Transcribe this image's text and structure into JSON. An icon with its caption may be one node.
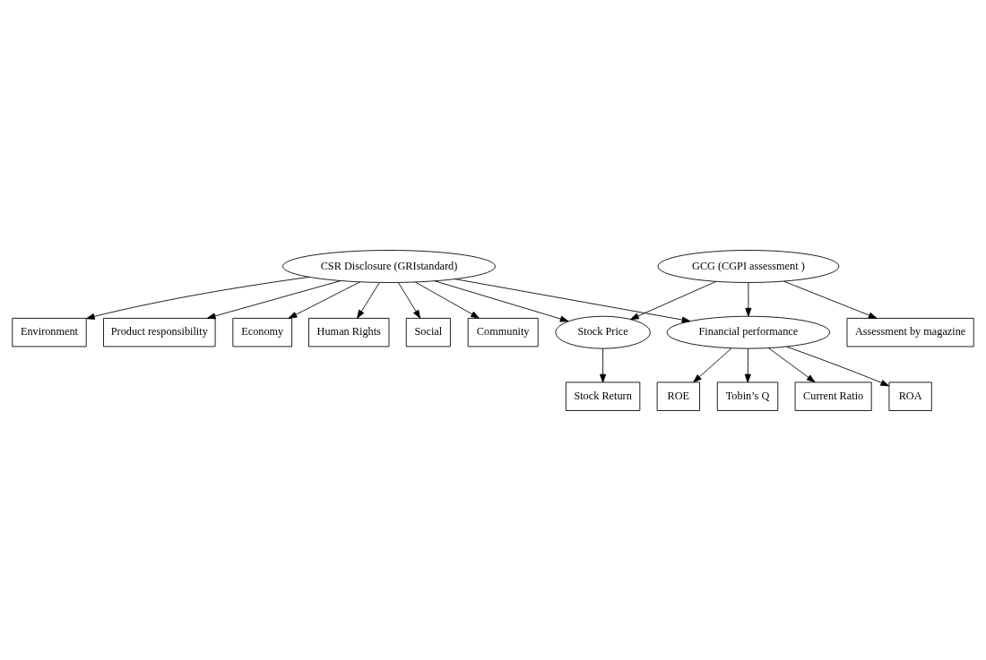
{
  "diagram": {
    "nodes": [
      {
        "text": [
          "Human Rights"
        ]
      },
      {
        "text": [
          "Social"
        ]
      },
      {
        "text": [
          "Community"
        ]
      },
      {
        "text": [
          "Environment"
        ]
      },
      {
        "text": [
          "Product responsibility"
        ]
      },
      {
        "text": [
          "Economy"
        ]
      },
      {
        "text": [
          "CSR Disclosure (GRIstandard)"
        ]
      },
      {
        "text": [
          "Current Ratio"
        ]
      },
      {
        "text": [
          "ROA"
        ]
      },
      {
        "text": [
          "ROE"
        ]
      },
      {
        "text": [
          "Tobin’s Q"
        ]
      },
      {
        "text": [
          "Financial performance"
        ]
      },
      {
        "text": [
          "Stock Price"
        ]
      },
      {
        "text": [
          "Stock Return"
        ]
      },
      {
        "text": [
          "GCG (CGPI assessment )"
        ]
      },
      {
        "text": [
          "Assessment by magazine"
        ]
      }
    ],
    "edges": [
      {
        "from": 6,
        "to": 4,
        "arrow": "to"
      },
      {
        "from": 6,
        "to": 2,
        "arrow": "to"
      },
      {
        "from": 6,
        "to": 0,
        "arrow": "to"
      },
      {
        "from": 6,
        "to": 1,
        "arrow": "to"
      },
      {
        "from": 6,
        "to": 3,
        "arrow": "to"
      },
      {
        "from": 6,
        "to": 5,
        "arrow": "to"
      },
      {
        "from": 6,
        "to": 11,
        "arrow": "to"
      },
      {
        "from": 6,
        "to": 12,
        "arrow": "to"
      },
      {
        "from": 11,
        "to": 7,
        "arrow": "to"
      },
      {
        "from": 11,
        "to": 8,
        "arrow": "to"
      },
      {
        "from": 11,
        "to": 9,
        "arrow": "to"
      },
      {
        "from": 11,
        "to": 10,
        "arrow": "to"
      },
      {
        "from": 12,
        "to": 13,
        "arrow": "to"
      },
      {
        "from": 14,
        "to": 11,
        "arrow": "to"
      },
      {
        "from": 14,
        "to": 12,
        "arrow": "to"
      },
      {
        "from": 14,
        "to": 15,
        "arrow": "to"
      }
    ]
  }
}
